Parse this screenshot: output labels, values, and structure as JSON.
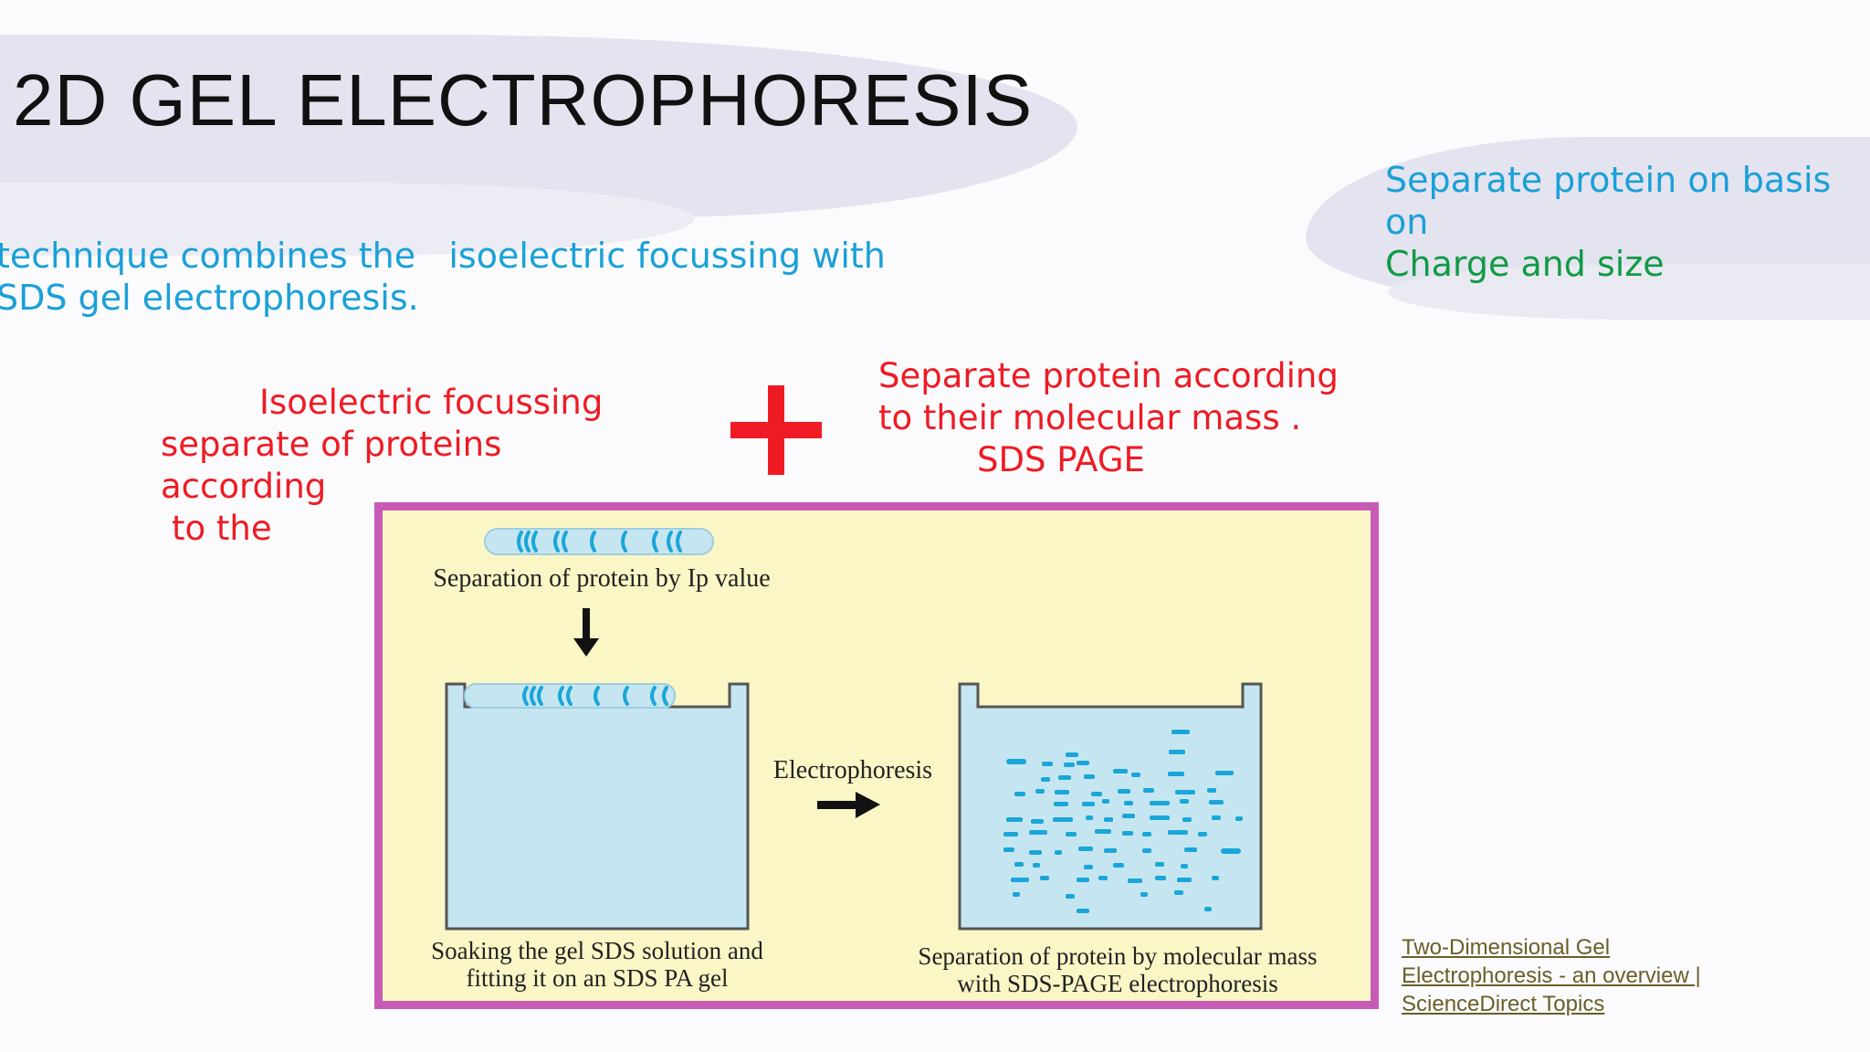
{
  "slide": {
    "title": "2D GEL ELECTROPHORESIS",
    "intro_line1": "technique combines the   isoelectric focussing with",
    "intro_line2": "SDS gel electrophoresis.",
    "basis_line1": "Separate protein on basis",
    "basis_line2": "on",
    "basis_line3": "Charge and size",
    "ief_line1": "Isoelectric focussing",
    "ief_line2": "separate of proteins according",
    "ief_line3": "to the",
    "sds_line1": "Separate protein according",
    "sds_line2": "to their molecular mass .",
    "sds_line3": "SDS PAGE"
  },
  "figure": {
    "strip_caption": "Separation of protein by Ip value",
    "arrow_label": "Electrophoresis",
    "left_caption_line1": "Soaking the gel SDS solution and",
    "left_caption_line2": "fitting it on an SDS PA gel",
    "right_caption_line1": "Separation of protein by molecular mass",
    "right_caption_line2": "with SDS-PAGE electrophoresis"
  },
  "source": {
    "line1": "Two-Dimensional Gel",
    "line2": "Electrophoresis - an overview |",
    "line3": "ScienceDirect Topics"
  },
  "colors": {
    "title": "#111111",
    "intro_text": "#1aa0d8",
    "charge_size": "#119a45",
    "red_text": "#ee1b24",
    "figure_border": "#c85bb5",
    "figure_bg": "#fbf6c6",
    "gel": "#c5e6f1",
    "band": "#1aa6d8"
  }
}
